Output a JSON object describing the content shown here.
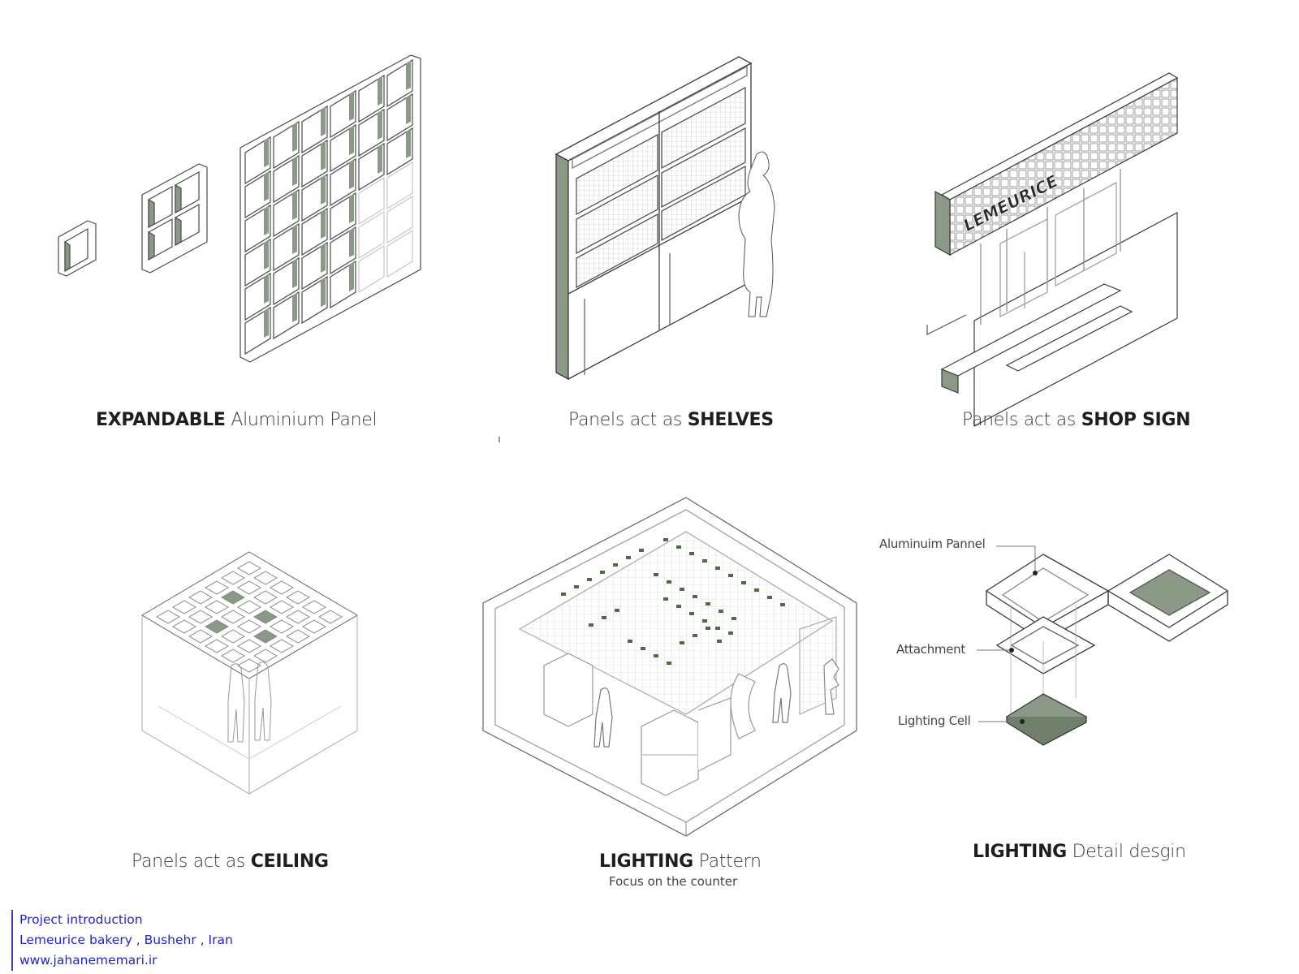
{
  "panels": [
    {
      "caption_bold": "EXPANDABLE",
      "caption_text": " Aluminium Panel",
      "bold_first": true
    },
    {
      "caption_text": "Panels act  as ",
      "caption_bold": "SHELVES",
      "bold_first": false
    },
    {
      "caption_text": "Panels act  as ",
      "caption_bold": "SHOP SIGN",
      "bold_first": false
    },
    {
      "caption_text": "Panels act  as ",
      "caption_bold": "CEILING",
      "bold_first": false
    },
    {
      "caption_bold": "LIGHTING",
      "caption_text": " Pattern",
      "subcaption": "Focus on the counter",
      "bold_first": true
    },
    {
      "caption_bold": "LIGHTING",
      "caption_text": " Detail desgin",
      "bold_first": true
    }
  ],
  "sign_text": "LEMEURICE",
  "detail_labels": {
    "aluminium_panel": "Aluminuim Pannel",
    "attachment": "Attachment",
    "lighting_cell": "Lighting Cell"
  },
  "credits": {
    "line1": "Project introduction",
    "line2": "Lemeurice bakery , Bushehr , Iran",
    "line3": "www.jahanememari.ir"
  },
  "colors": {
    "accent_green": "#8a9a86",
    "line": "#4a4a4a",
    "light_line": "#b5b5b5",
    "credit_blue": "#2424c8"
  }
}
